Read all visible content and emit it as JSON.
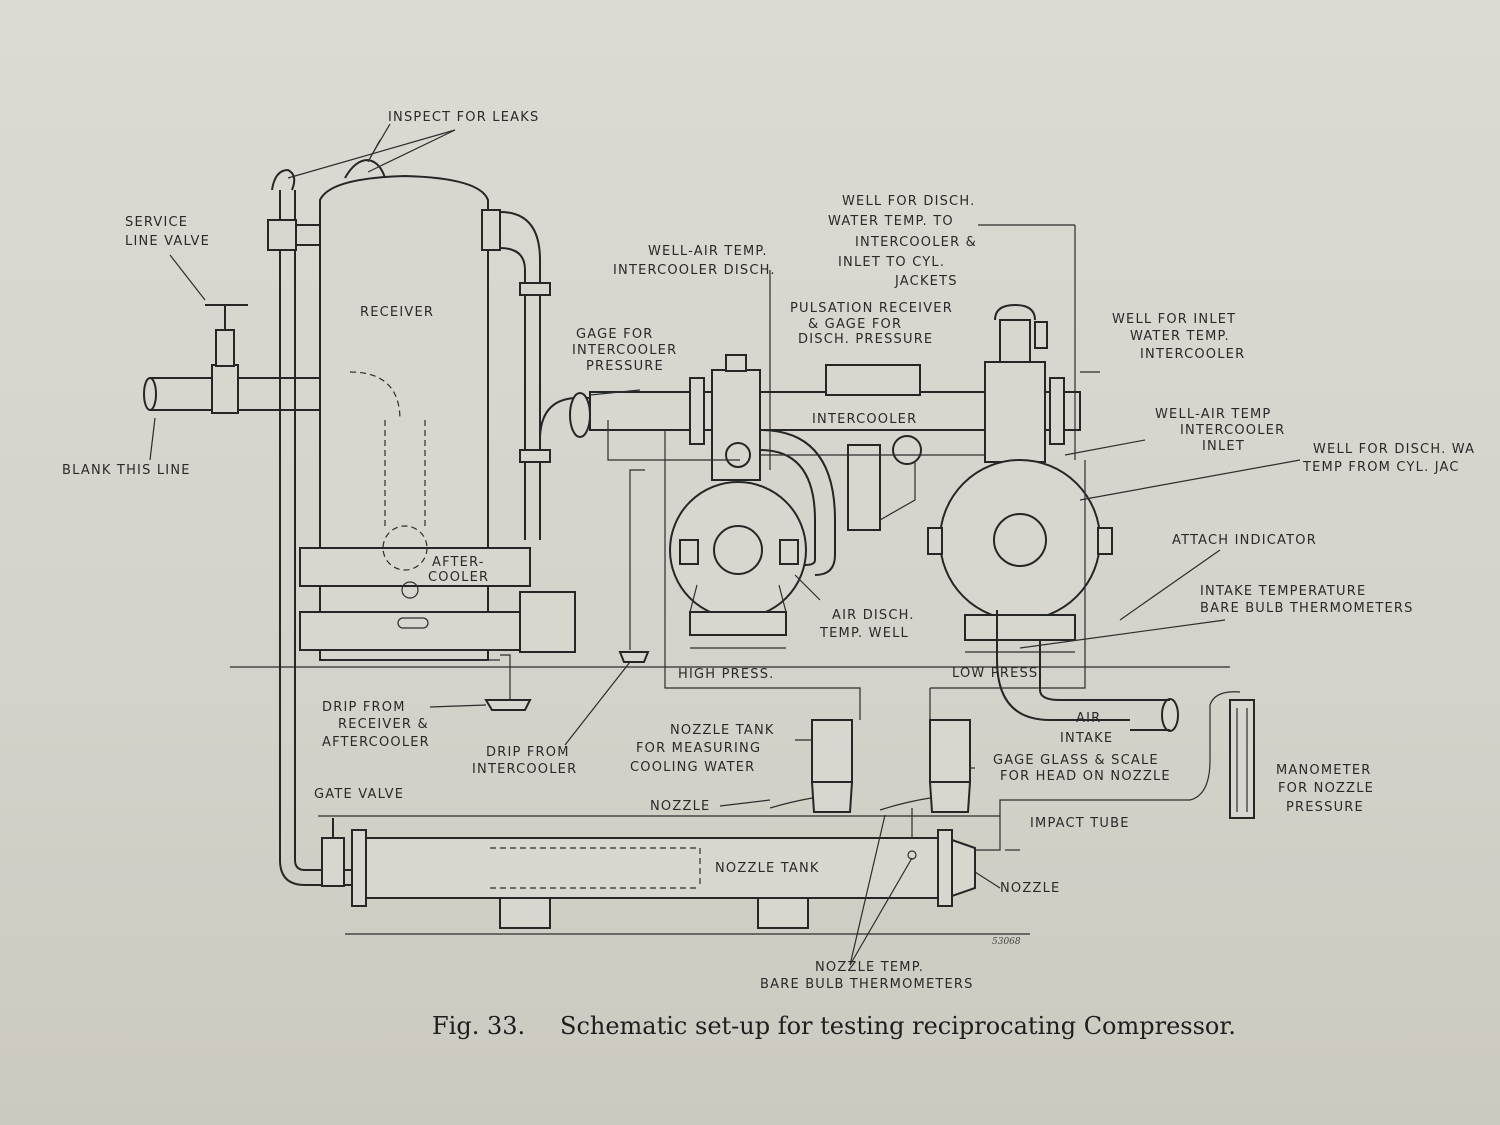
{
  "labels": {
    "inspect_leaks": "INSPECT FOR LEAKS",
    "service_line_valve_1": "SERVICE",
    "service_line_valve_2": "LINE VALVE",
    "receiver": "RECEIVER",
    "blank_line": "BLANK THIS LINE",
    "aftercooler_1": "AFTER-",
    "aftercooler_2": "COOLER",
    "gage_intercooler_1": "GAGE FOR",
    "gage_intercooler_2": "INTERCOOLER",
    "gage_intercooler_3": "PRESSURE",
    "well_air_disch_1": "WELL-AIR TEMP.",
    "well_air_disch_2": "INTERCOOLER DISCH.",
    "well_disch_water_1": "WELL FOR DISCH.",
    "well_disch_water_2": "WATER TEMP. TO",
    "well_disch_water_3": "INTERCOOLER &",
    "well_disch_water_4": "INLET TO CYL.",
    "well_disch_water_5": "JACKETS",
    "pulsation_1": "PULSATION RECEIVER",
    "pulsation_2": "& GAGE FOR",
    "pulsation_3": "DISCH. PRESSURE",
    "well_inlet_water_1": "WELL FOR INLET",
    "well_inlet_water_2": "WATER TEMP.",
    "well_inlet_water_3": "INTERCOOLER",
    "intercooler": "INTERCOOLER",
    "well_air_inlet_1": "WELL-AIR TEMP",
    "well_air_inlet_2": "INTERCOOLER",
    "well_air_inlet_3": "INLET",
    "well_disch_cyl_1": "WELL FOR DISCH. WA",
    "well_disch_cyl_2": "TEMP FROM CYL. JAC",
    "attach_indicator": "ATTACH INDICATOR",
    "intake_temp_1": "INTAKE TEMPERATURE",
    "intake_temp_2": "BARE BULB THERMOMETERS",
    "air_disch_1": "AIR DISCH.",
    "air_disch_2": "TEMP. WELL",
    "high_press": "HIGH PRESS.",
    "low_press": "LOW PRESS.",
    "air_intake_1": "AIR",
    "air_intake_2": "INTAKE",
    "drip_receiver_1": "DRIP FROM",
    "drip_receiver_2": "RECEIVER &",
    "drip_receiver_3": "AFTERCOOLER",
    "drip_intercooler_1": "DRIP FROM",
    "drip_intercooler_2": "INTERCOOLER",
    "nozzle_tank_meas_1": "NOZZLE TANK",
    "nozzle_tank_meas_2": "FOR MEASURING",
    "nozzle_tank_meas_3": "COOLING WATER",
    "gage_glass_1": "GAGE GLASS & SCALE",
    "gage_glass_2": "FOR HEAD ON NOZZLE",
    "manometer_1": "MANOMETER",
    "manometer_2": "FOR NOZZLE",
    "manometer_3": "PRESSURE",
    "gate_valve": "GATE VALVE",
    "nozzle_left": "NOZZLE",
    "impact_tube": "IMPACT TUBE",
    "nozzle_tank": "NOZZLE TANK",
    "nozzle_right": "NOZZLE",
    "nozzle_temp_1": "NOZZLE TEMP.",
    "nozzle_temp_2": "BARE BULB THERMOMETERS",
    "drawing_no": "53068"
  },
  "caption": {
    "fig": "Fig. 33.",
    "text": "Schematic set-up for testing reciprocating Compressor."
  }
}
